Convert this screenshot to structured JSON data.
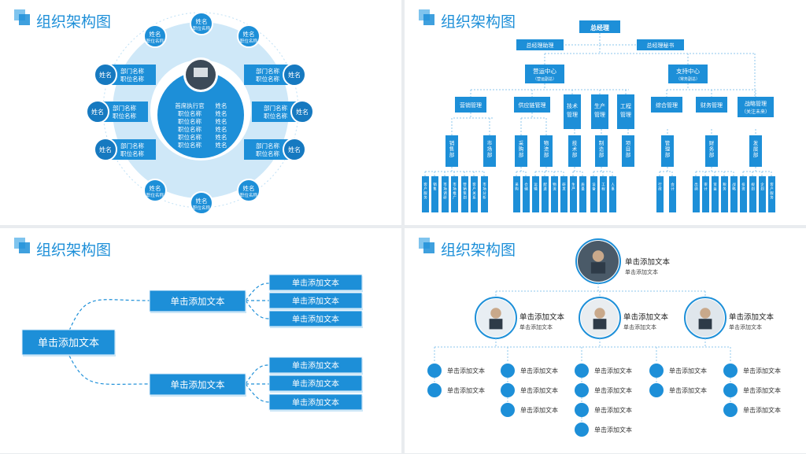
{
  "panel_title": "组织架构图",
  "colors": {
    "accent": "#1d8fd8",
    "light": "#cfe8f8",
    "dark": "#1679c0"
  },
  "p1": {
    "center_left": [
      "首席执行官",
      "职位名称",
      "职位名称",
      "职位名称",
      "职位名称",
      "职位名称"
    ],
    "center_right": [
      "姓名",
      "姓名",
      "姓名",
      "姓名",
      "姓名",
      "姓名"
    ],
    "left_depts": [
      {
        "badge": "姓名",
        "line1": "部门名称",
        "line2": "职位名称"
      },
      {
        "badge": "姓名",
        "line1": "部门名称",
        "line2": "职位名称"
      },
      {
        "badge": "姓名",
        "line1": "部门名称",
        "line2": "职位名称"
      }
    ],
    "right_depts": [
      {
        "badge": "姓名",
        "line1": "部门名称",
        "line2": "职位名称"
      },
      {
        "badge": "姓名",
        "line1": "部门名称",
        "line2": "职位名称"
      },
      {
        "badge": "姓名",
        "line1": "部门名称",
        "line2": "职位名称"
      }
    ],
    "small_name": "姓名",
    "small_role": "职位名称"
  },
  "p2": {
    "root": "总经理",
    "assistants": [
      "总经理助理",
      "总经理秘书"
    ],
    "centers": [
      {
        "title": "营运中心",
        "sub": "（营运副总）"
      },
      {
        "title": "支持中心",
        "sub": "（常务副总）"
      }
    ],
    "departments": [
      "营销管理",
      "供应链管理",
      "技术管理",
      "生产管理",
      "工程管理",
      "综合管理",
      "财务管理",
      "战略管理（关注未来）"
    ],
    "sections": [
      "销售部",
      "市场部",
      "采购部",
      "物流部",
      "技术部",
      "制造部",
      "项目部",
      "管理部",
      "财务部",
      "发展部"
    ],
    "leaves": [
      "客户服务",
      "销售",
      "市场调研",
      "市场推广",
      "营销策划",
      "客户关系",
      "市场分析",
      "采购",
      "仓储",
      "运输",
      "配送",
      "物流",
      "研发",
      "生产",
      "质量",
      "设备",
      "工程",
      "人事",
      "行政",
      "会计",
      "出纳",
      "审计",
      "资金",
      "税务",
      "战略",
      "投资",
      "规划",
      "企划"
    ]
  },
  "p3": {
    "root": "单击添加文本",
    "mid": [
      "单击添加文本",
      "单击添加文本"
    ],
    "leaves_top": [
      "单击添加文本",
      "单击添加文本",
      "单击添加文本"
    ],
    "leaves_bottom": [
      "单击添加文本",
      "单击添加文本",
      "单击添加文本"
    ]
  },
  "p4": {
    "top": {
      "title": "单击添加文本",
      "sub": "单击添加文本"
    },
    "mid": [
      {
        "title": "单击添加文本",
        "sub": "单击添加文本"
      },
      {
        "title": "单击添加文本",
        "sub": "单击添加文本"
      },
      {
        "title": "单击添加文本",
        "sub": "单击添加文本"
      }
    ],
    "leaf_label": "单击添加文本"
  }
}
